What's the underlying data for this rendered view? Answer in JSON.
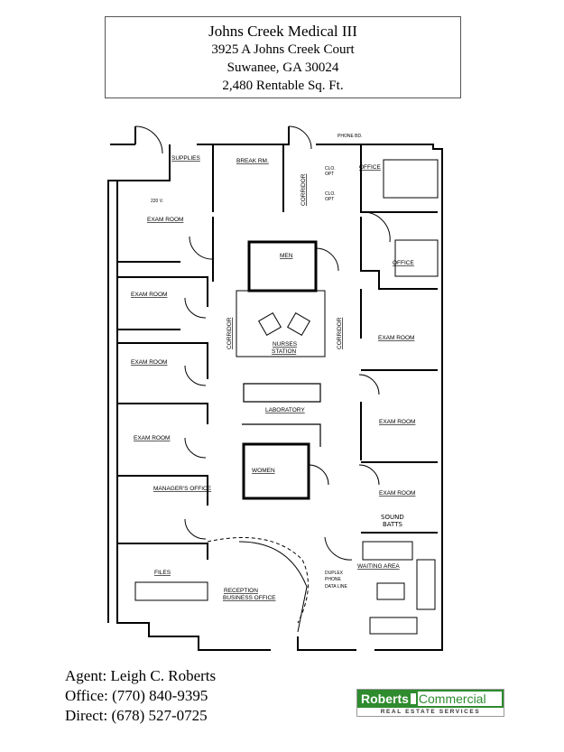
{
  "header": {
    "title": "Johns Creek Medical III",
    "address": "3925 A  Johns Creek Court",
    "city": "Suwanee, GA  30024",
    "area": "2,480  Rentable Sq. Ft."
  },
  "plan": {
    "rooms": {
      "supplies": "SUPPLIES",
      "break_room": "BREAK RM.",
      "corridor_top": "CORRIDOR",
      "phone_bd": "PHONE BD.",
      "closet1": "CLO.",
      "closet1b": "OPT",
      "closet2": "CLO.",
      "closet2b": "OPT",
      "office1": "OFFICE",
      "office2": "OFFICE",
      "v220": "220 V.",
      "exam1": "EXAM ROOM",
      "exam2": "EXAM ROOM",
      "exam3": "EXAM ROOM",
      "exam4": "EXAM ROOM",
      "exam5": "EXAM ROOM",
      "exam6": "EXAM ROOM",
      "exam7": "EXAM ROOM",
      "men": "MEN",
      "corridor_left": "CORRIDOR",
      "corridor_right": "CORRIDOR",
      "nurses1": "NURSES",
      "nurses2": "STATION",
      "laboratory": "LABORATORY",
      "women": "WOMEN",
      "managers_office": "MANAGER'S OFFICE",
      "sound1": "SOUND",
      "sound2": "BATTS",
      "waiting": "WAITING AREA",
      "files": "FILES",
      "duplex": "DUPLEX",
      "phone": "PHONE",
      "data_line": "DATA LINE",
      "reception1": "RECEPTION",
      "reception2": "BUSINESS OFFICE"
    }
  },
  "footer": {
    "agent": "Agent:  Leigh C. Roberts",
    "office": "Office: (770) 840-9395",
    "direct": "Direct: (678) 527-0725"
  },
  "logo": {
    "left": "Roberts",
    "right": "Commercial",
    "tagline": "REAL ESTATE SERVICES"
  },
  "colors": {
    "brand_green": "#2e8b2e"
  }
}
